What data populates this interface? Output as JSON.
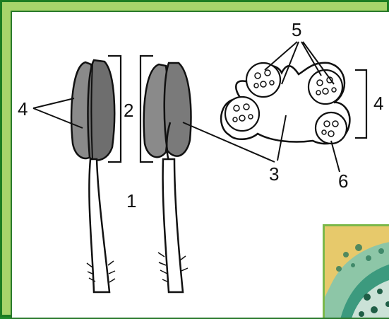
{
  "labels": {
    "filament_group_left": "4",
    "anther_bracket": "2",
    "connective": "3",
    "pollen_sacs_right": "4",
    "top_label": "5",
    "bottom_label": "6",
    "stamen_number": "1"
  },
  "colors": {
    "outer_frame": "#1c7d22",
    "inner_background": "#a7d56b",
    "panel_border": "#2a7a2c",
    "ink": "#111111"
  }
}
